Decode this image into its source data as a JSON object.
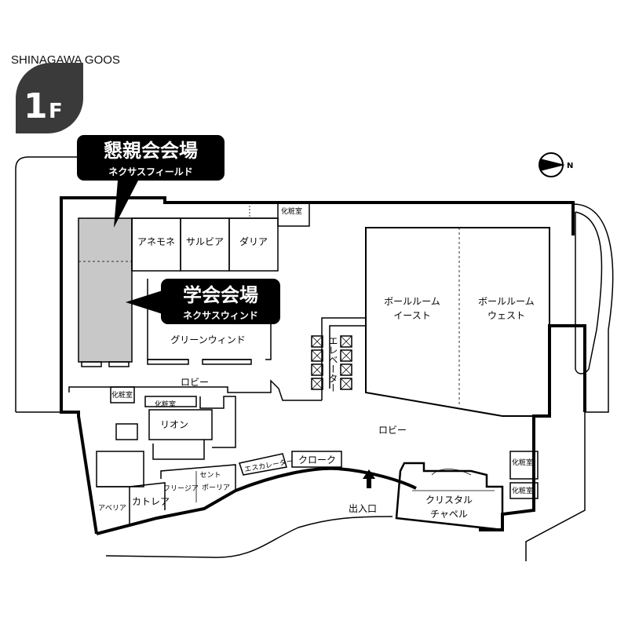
{
  "venue_name": "SHINAGAWA GOOS",
  "floor": {
    "number": "1",
    "letter": "F"
  },
  "compass": {
    "label": "N"
  },
  "callouts": {
    "reception": {
      "title": "懇親会会場",
      "subtitle": "ネクサスフィールド"
    },
    "conference": {
      "title": "学会会場",
      "subtitle": "ネクサスウィンド"
    }
  },
  "rooms": {
    "anemone": "アネモネ",
    "salvia": "サルビア",
    "dahlia": "ダリア",
    "green_wind": "グリーンウィンド",
    "ballroom_east": [
      "ボールルーム",
      "イースト"
    ],
    "ballroom_west": [
      "ボールルーム",
      "ウェスト"
    ],
    "elevator": "エレベーター",
    "lobby_upper": "ロビー",
    "lobby_main": "ロビー",
    "rion": "リオン",
    "cloak": "クローク",
    "escalator": "エスカレーター",
    "centpaulia": [
      "セント",
      "ポーリア"
    ],
    "freesia": "フリージア",
    "cattleya": "カトレア",
    "aberia": "アベリア",
    "crystal_chapel": [
      "クリスタル",
      "チャペル"
    ],
    "entrance": "出入口"
  },
  "restrooms": {
    "top": "化粧室",
    "left_a": "化粧室",
    "left_b": "化粧室",
    "right_a": "化粧室",
    "right_b": "化粧室"
  },
  "colors": {
    "venue_highlight": "#c8c8c8",
    "badge": "#3a3a3a",
    "callout_bg": "#000000"
  },
  "icons": [
    "compass-arrow-icon",
    "entrance-arrow-icon",
    "elevator-icon"
  ]
}
